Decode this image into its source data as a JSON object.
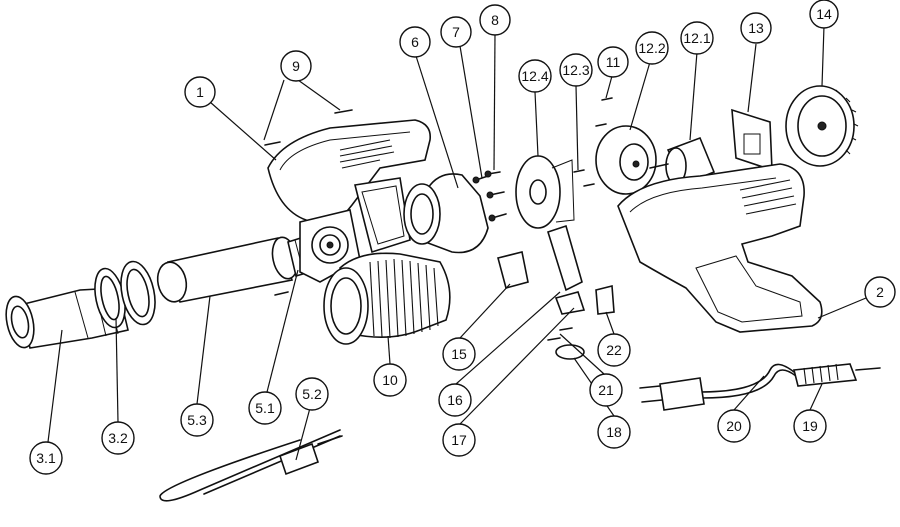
{
  "callouts": [
    {
      "id": "c1",
      "label": "1"
    },
    {
      "id": "c2",
      "label": "2"
    },
    {
      "id": "c3_1",
      "label": "3.1"
    },
    {
      "id": "c3_2",
      "label": "3.2"
    },
    {
      "id": "c5_1",
      "label": "5.1"
    },
    {
      "id": "c5_2",
      "label": "5.2"
    },
    {
      "id": "c5_3",
      "label": "5.3"
    },
    {
      "id": "c6",
      "label": "6"
    },
    {
      "id": "c7",
      "label": "7"
    },
    {
      "id": "c8",
      "label": "8"
    },
    {
      "id": "c9",
      "label": "9"
    },
    {
      "id": "c10",
      "label": "10"
    },
    {
      "id": "c11",
      "label": "11"
    },
    {
      "id": "c12_1",
      "label": "12.1"
    },
    {
      "id": "c12_2",
      "label": "12.2"
    },
    {
      "id": "c12_3",
      "label": "12.3"
    },
    {
      "id": "c12_4",
      "label": "12.4"
    },
    {
      "id": "c13",
      "label": "13"
    },
    {
      "id": "c14",
      "label": "14"
    },
    {
      "id": "c15",
      "label": "15"
    },
    {
      "id": "c16",
      "label": "16"
    },
    {
      "id": "c17",
      "label": "17"
    },
    {
      "id": "c18",
      "label": "18"
    },
    {
      "id": "c19",
      "label": "19"
    },
    {
      "id": "c20",
      "label": "20"
    },
    {
      "id": "c21",
      "label": "21"
    },
    {
      "id": "c22",
      "label": "22"
    }
  ]
}
